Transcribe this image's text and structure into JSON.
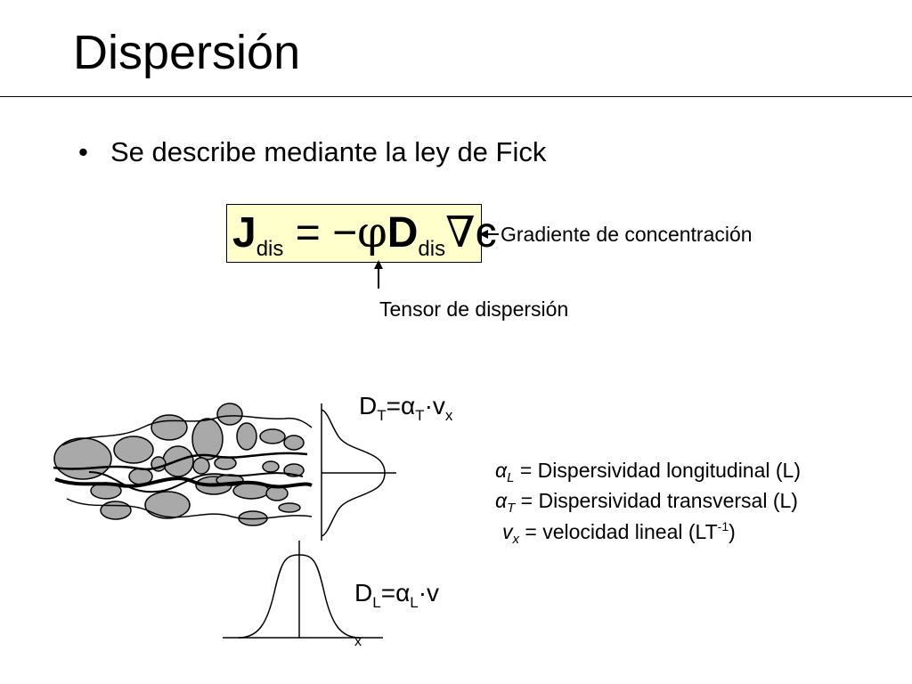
{
  "slide": {
    "title": "Dispersión",
    "bullet": "Se describe mediante la ley de Fick"
  },
  "equation": {
    "J": "J",
    "J_sub": "dis",
    "eq_sign": " = −",
    "phi": "φ",
    "D": "D",
    "D_sub": "dis",
    "nabla": "∇",
    "c": "c"
  },
  "annotations": {
    "gradient": "Gradiente de concentración",
    "tensor": "Tensor de dispersión"
  },
  "formulas": {
    "dt": {
      "D": "D",
      "sub1": "T",
      "eq": "=",
      "alpha": "α",
      "sub2": "T",
      "rest": "·v",
      "sub3": "x"
    },
    "dl": {
      "D": "D",
      "sub1": "L",
      "eq": "=",
      "alpha": "α",
      "sub2": "L",
      "rest": "·v",
      "x_below": "x"
    }
  },
  "definitions": {
    "alpha_l": {
      "sym": "α",
      "sub": "L",
      "text": " = Dispersividad longitudinal (L)"
    },
    "alpha_t": {
      "sym": "α",
      "sub": "T",
      "text": " = Dispersividad transversal (L)"
    },
    "vx": {
      "sym": "v",
      "sub": "x",
      "text": " = velocidad lineal (LT",
      "sup": "-1",
      "close": ")"
    }
  },
  "colors": {
    "highlight": "#ffffcc",
    "grain": "#a9a9a9"
  }
}
